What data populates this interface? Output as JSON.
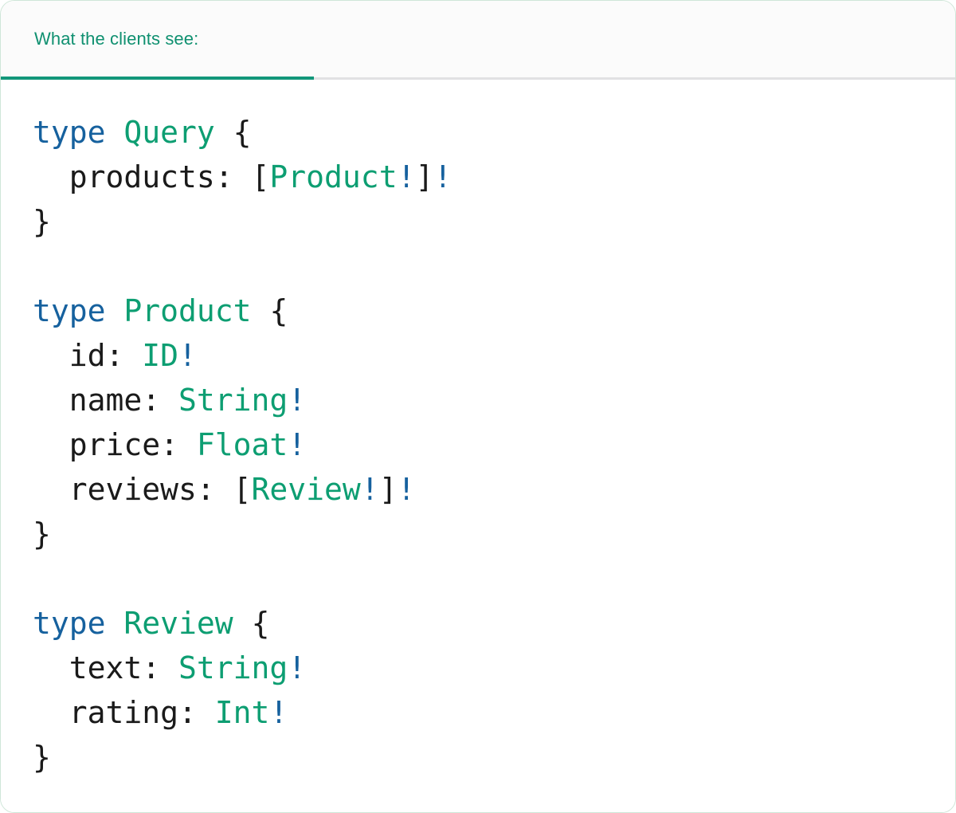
{
  "card": {
    "accent_green": "#12977a",
    "border_color": "#cfe6d8",
    "header_bg": "#fbfbfb",
    "body_bg": "#ffffff"
  },
  "header": {
    "tab_label": "What the clients see:"
  },
  "syntax_colors": {
    "keyword": "#16619e",
    "type_name": "#0d9e72",
    "punctuation": "#1a1a1a",
    "field_name": "#1a1a1a",
    "non_null_bang": "#16619e"
  },
  "code": {
    "language": "graphql",
    "plain_text": "type Query {\n  products: [Product!]!\n}\n\ntype Product {\n  id: ID!\n  name: String!\n  price: Float!\n  reviews: [Review!]!\n}\n\ntype Review {\n  text: String!\n  rating: Int!\n}",
    "lines": [
      {
        "n": 1,
        "tokens": [
          {
            "t": "type",
            "c": "kw"
          },
          {
            "t": " ",
            "c": "punc"
          },
          {
            "t": "Query",
            "c": "type"
          },
          {
            "t": " {",
            "c": "punc"
          }
        ]
      },
      {
        "n": 2,
        "tokens": [
          {
            "t": "  products",
            "c": "name"
          },
          {
            "t": ": [",
            "c": "punc"
          },
          {
            "t": "Product",
            "c": "type"
          },
          {
            "t": "!",
            "c": "bang"
          },
          {
            "t": "]",
            "c": "punc"
          },
          {
            "t": "!",
            "c": "bang"
          }
        ]
      },
      {
        "n": 3,
        "tokens": [
          {
            "t": "}",
            "c": "punc"
          }
        ]
      },
      {
        "n": 4,
        "tokens": []
      },
      {
        "n": 5,
        "tokens": [
          {
            "t": "type",
            "c": "kw"
          },
          {
            "t": " ",
            "c": "punc"
          },
          {
            "t": "Product",
            "c": "type"
          },
          {
            "t": " {",
            "c": "punc"
          }
        ]
      },
      {
        "n": 6,
        "tokens": [
          {
            "t": "  id",
            "c": "name"
          },
          {
            "t": ": ",
            "c": "punc"
          },
          {
            "t": "ID",
            "c": "type"
          },
          {
            "t": "!",
            "c": "bang"
          }
        ]
      },
      {
        "n": 7,
        "tokens": [
          {
            "t": "  name",
            "c": "name"
          },
          {
            "t": ": ",
            "c": "punc"
          },
          {
            "t": "String",
            "c": "type"
          },
          {
            "t": "!",
            "c": "bang"
          }
        ]
      },
      {
        "n": 8,
        "tokens": [
          {
            "t": "  price",
            "c": "name"
          },
          {
            "t": ": ",
            "c": "punc"
          },
          {
            "t": "Float",
            "c": "type"
          },
          {
            "t": "!",
            "c": "bang"
          }
        ]
      },
      {
        "n": 9,
        "tokens": [
          {
            "t": "  reviews",
            "c": "name"
          },
          {
            "t": ": [",
            "c": "punc"
          },
          {
            "t": "Review",
            "c": "type"
          },
          {
            "t": "!",
            "c": "bang"
          },
          {
            "t": "]",
            "c": "punc"
          },
          {
            "t": "!",
            "c": "bang"
          }
        ]
      },
      {
        "n": 10,
        "tokens": [
          {
            "t": "}",
            "c": "punc"
          }
        ]
      },
      {
        "n": 11,
        "tokens": []
      },
      {
        "n": 12,
        "tokens": [
          {
            "t": "type",
            "c": "kw"
          },
          {
            "t": " ",
            "c": "punc"
          },
          {
            "t": "Review",
            "c": "type"
          },
          {
            "t": " {",
            "c": "punc"
          }
        ]
      },
      {
        "n": 13,
        "tokens": [
          {
            "t": "  text",
            "c": "name"
          },
          {
            "t": ": ",
            "c": "punc"
          },
          {
            "t": "String",
            "c": "type"
          },
          {
            "t": "!",
            "c": "bang"
          }
        ]
      },
      {
        "n": 14,
        "tokens": [
          {
            "t": "  rating",
            "c": "name"
          },
          {
            "t": ": ",
            "c": "punc"
          },
          {
            "t": "Int",
            "c": "type"
          },
          {
            "t": "!",
            "c": "bang"
          }
        ]
      },
      {
        "n": 15,
        "tokens": [
          {
            "t": "}",
            "c": "punc"
          }
        ]
      }
    ]
  }
}
